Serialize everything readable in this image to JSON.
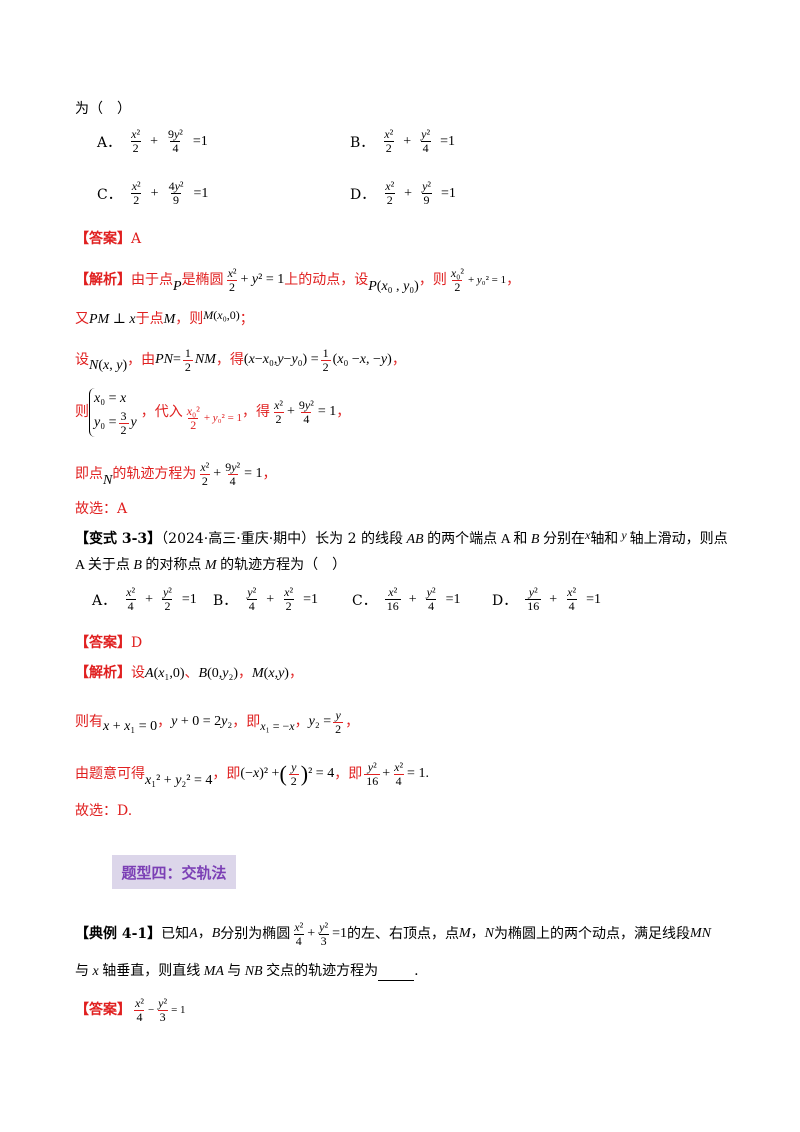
{
  "q1": {
    "stem_end": "为（　）",
    "options": [
      {
        "letter": "A．",
        "eq": "x²/2 + 9y²/4 = 1"
      },
      {
        "letter": "B．",
        "eq": "x²/2 + y²/4 = 1"
      },
      {
        "letter": "C．",
        "eq": "x²/2 + 4y²/9 = 1"
      },
      {
        "letter": "D．",
        "eq": "x²/2 + y²/9 = 1"
      }
    ],
    "answer_label": "【答案】",
    "answer": "A",
    "analysis_label": "【解析】",
    "l1_a": "由于点",
    "l1_b": "是椭圆",
    "l1_c": "上的动点，设",
    "l1_d": "，则",
    "l1_e": "，",
    "l2_a": "又",
    "l2_b": "于点",
    "l2_c": "，则",
    "l2_d": "；",
    "l3_a": "设",
    "l3_b": "，由",
    "l3_c": "，得",
    "l3_d": "，",
    "l4_a": "则",
    "l4_b": "，代入",
    "l4_c": "，得",
    "l4_d": "，",
    "l5_a": "即点",
    "l5_b": "的轨迹方程为",
    "l5_c": "，",
    "conclusion": "故选：A"
  },
  "q2": {
    "label": "【变式 3-3】",
    "stem1": "（2024·高三·重庆·期中）长为 2 的线段",
    "stem2": "的两个端点",
    "stem3": "和",
    "stem4": "分别在",
    "stem5": "轴和",
    "stem6": "轴上滑动，则点",
    "stem7": "关于点",
    "stem8": "的对称点",
    "stem9": "的轨迹方程为（　）",
    "options": [
      {
        "letter": "A．",
        "eq": "x²/4 + y²/2 = 1"
      },
      {
        "letter": "B．",
        "eq": "y²/4 + x²/2 = 1"
      },
      {
        "letter": "C．",
        "eq": "x²/16 + y²/4 = 1"
      },
      {
        "letter": "D．",
        "eq": "y²/16 + x²/4 = 1"
      }
    ],
    "answer_label": "【答案】",
    "answer": "D",
    "analysis_label": "【解析】",
    "l1_a": "设",
    "l1_b": "、",
    "l1_c": "，",
    "l1_d": "，",
    "l2_a": "则有",
    "l2_b": "，",
    "l2_c": "，即",
    "l2_d": "，",
    "l2_e": "，",
    "l3_a": "由题意可得",
    "l3_b": "，即",
    "l3_c": "，即",
    "conclusion": "故选：D."
  },
  "section": {
    "title": "题型四：交轨法"
  },
  "q3": {
    "label": "【典例 4-1】",
    "stem1": "已知",
    "stem2": "分别为椭圆",
    "stem3": "的左、右顶点，点",
    "stem4": "为椭圆上的两个动点，满足线段",
    "stem5": "与",
    "stem6": "轴垂直，则直线",
    "stem7": "与",
    "stem8": "交点的轨迹方程为",
    "stem9": ".",
    "answer_label": "【答案】",
    "answer_eq": "x²/4 − y²/3 = 1"
  }
}
